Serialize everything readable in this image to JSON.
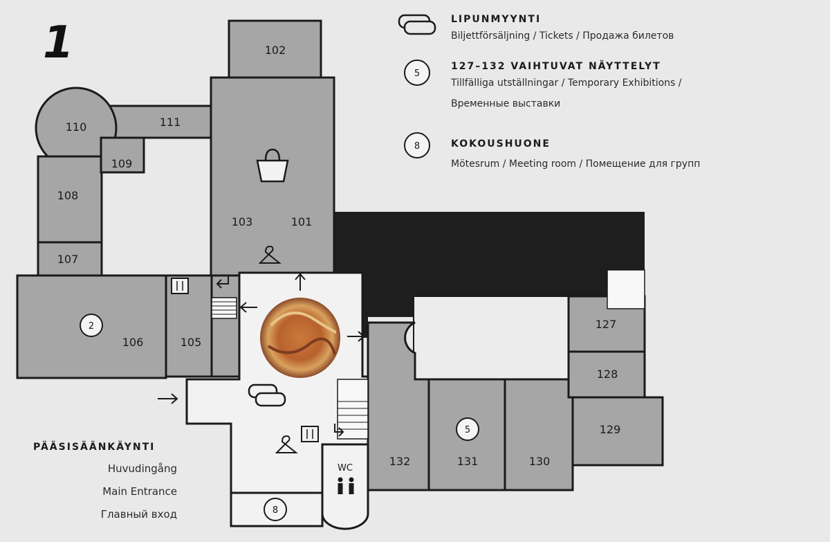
{
  "floor": "1",
  "legend": {
    "tickets": {
      "title": "LIPUNMYYNTI",
      "subtitle": "Biljettförsäljning / Tickets / Продажа билетов"
    },
    "exhibitions": {
      "badge": "5",
      "title": "127–132  VAIHTUVAT NÄYTTELYT",
      "line1": "Tillfälliga utställningar / Temporary Exhibitions /",
      "line2": "Временные выставки"
    },
    "meeting": {
      "badge": "8",
      "title": "KOKOUSHUONE",
      "subtitle": "Mötesrum / Meeting room / Помещение для групп"
    }
  },
  "entrance": {
    "title": "PÄÄSISÄÄNKÄYNTI",
    "lines": [
      "Huvudingång",
      "Main Entrance",
      "Главный вход"
    ]
  },
  "rooms": {
    "r101": "101",
    "r102": "102",
    "r103": "103",
    "r105": "105",
    "r106": "106",
    "r107": "107",
    "r108": "108",
    "r109": "109",
    "r110": "110",
    "r111": "111",
    "r127": "127",
    "r128": "128",
    "r129": "129",
    "r130": "130",
    "r131": "131",
    "r132": "132"
  },
  "badges": {
    "b2": "2",
    "b5": "5",
    "b8": "8"
  },
  "wc_label": "WC",
  "colors": {
    "room": "#a6a6a6",
    "dark": "#1e1e1e",
    "wall": "#1a1a1a",
    "background": "#e9e9ea"
  },
  "icons": [
    "tickets-icon",
    "shopping-bag-icon",
    "coat-hanger-icon",
    "elevator-icon",
    "stairs-icon",
    "restroom-icon",
    "arrow-icon"
  ]
}
